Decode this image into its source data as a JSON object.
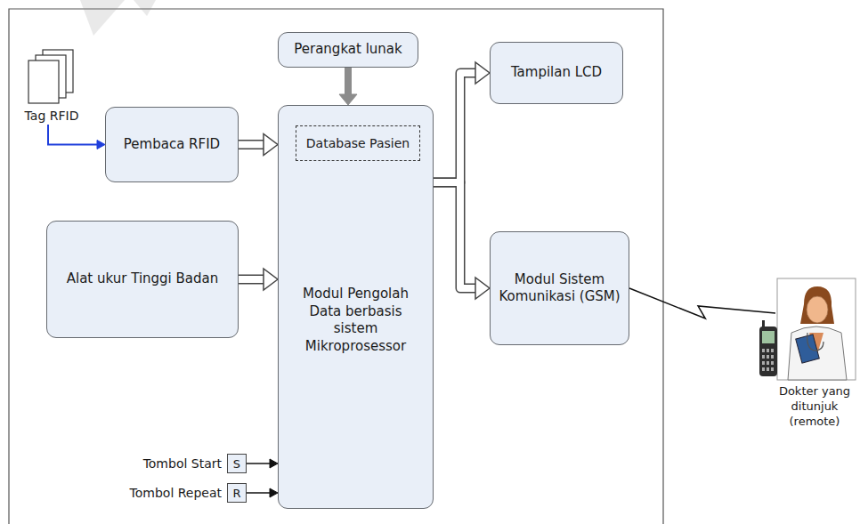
{
  "diagram": {
    "nodes": [
      {
        "text": [
          "Perangkat lunak"
        ]
      },
      {
        "text": [
          "Tag RFID"
        ]
      },
      {
        "text": [
          "Pembaca RFID"
        ]
      },
      {
        "text": [
          "Modul Pengolah Data berbasis sistem Mikroprosessor"
        ]
      },
      {
        "text": [
          "Database Pasien"
        ],
        "in": 3
      },
      {
        "text": [
          "Tampilan LCD"
        ]
      },
      {
        "text": [
          "Alat ukur Tinggi Badan"
        ]
      },
      {
        "text": [
          "Modul Sistem Komunikasi (GSM)"
        ]
      },
      {
        "text": [
          "Dokter yang ditunjuk (remote)"
        ]
      },
      {
        "text": [
          "Tombol Start",
          "S"
        ]
      },
      {
        "text": [
          "Tombol Repeat",
          "R"
        ]
      }
    ],
    "edges": [
      {
        "from": 1,
        "to": 2,
        "arrow": "to"
      },
      {
        "from": 2,
        "to": 3,
        "arrow": "to"
      },
      {
        "from": 0,
        "to": 3,
        "arrow": "to"
      },
      {
        "from": 3,
        "to": 5,
        "arrow": "to"
      },
      {
        "from": 3,
        "to": 7,
        "arrow": "to"
      },
      {
        "from": 6,
        "to": 3,
        "arrow": "to"
      },
      {
        "from": 7,
        "to": 8,
        "arrow": "none"
      },
      {
        "from": 9,
        "to": 3,
        "arrow": "to"
      },
      {
        "from": 10,
        "to": 3,
        "arrow": "to"
      }
    ]
  }
}
